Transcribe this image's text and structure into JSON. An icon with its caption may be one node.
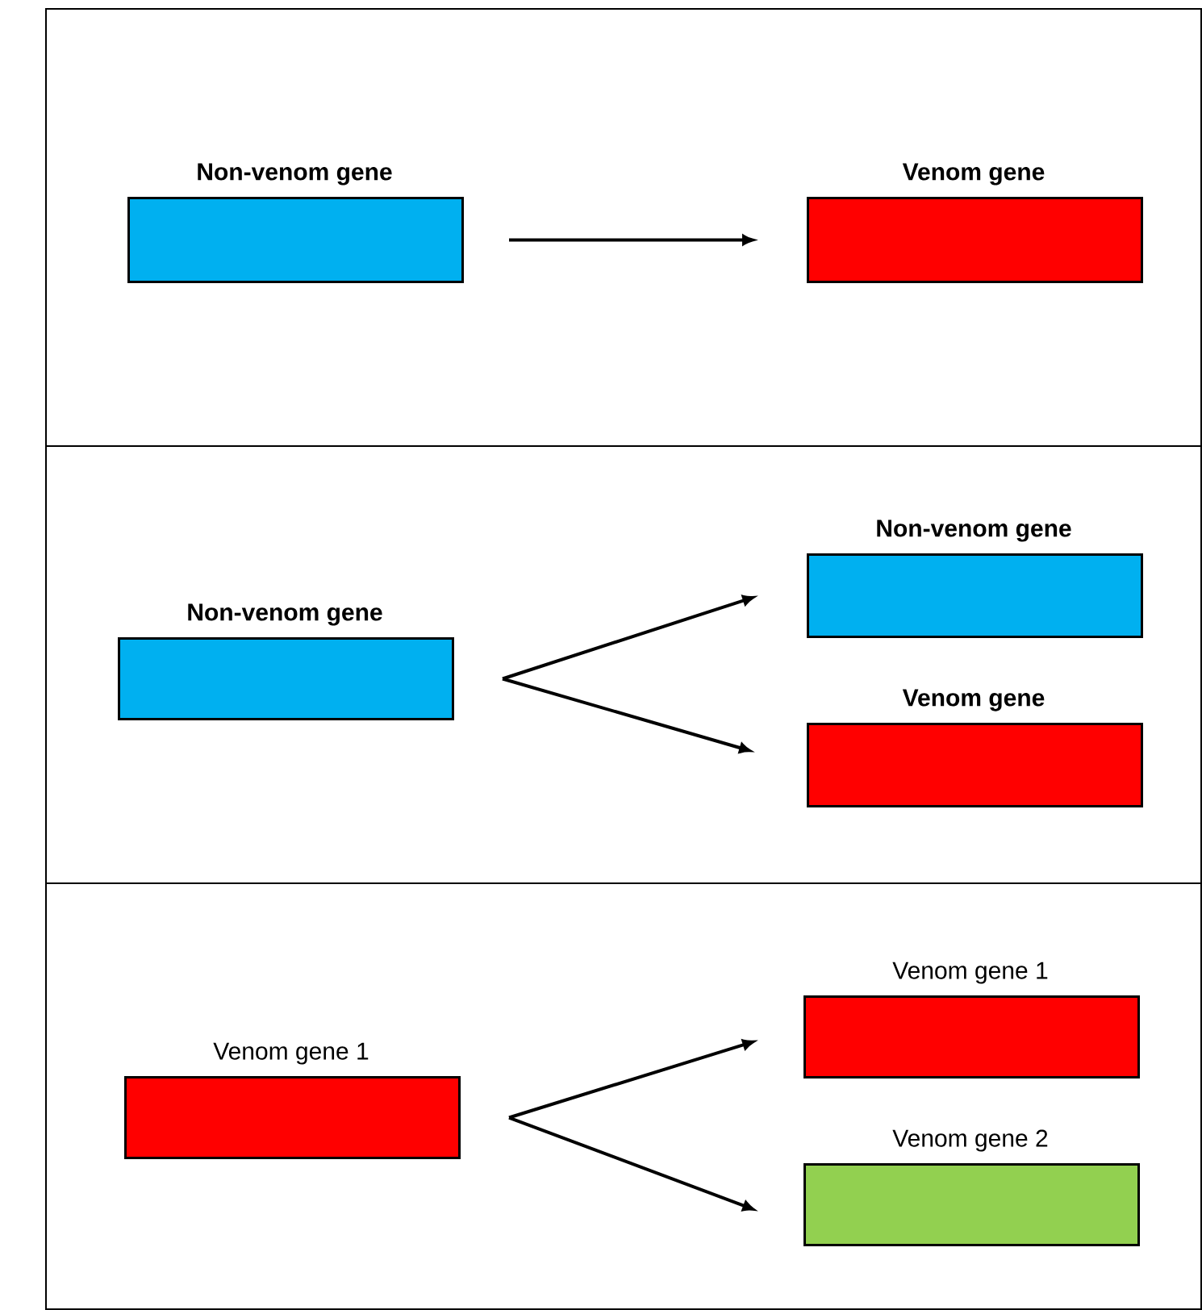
{
  "diagram": {
    "nodes": [
      {
        "text": [],
        "shape": "box"
      },
      {
        "text": [
          "Non-venom gene"
        ],
        "in": 0
      },
      {
        "text": [
          "Venom gene"
        ],
        "in": 0
      },
      {
        "text": [],
        "shape": "box"
      },
      {
        "text": [
          "Non-venom gene"
        ],
        "in": 3
      },
      {
        "text": [
          "Non-venom gene"
        ],
        "in": 3
      },
      {
        "text": [
          "Venom gene"
        ],
        "in": 3
      },
      {
        "text": [],
        "shape": "box"
      },
      {
        "text": [
          "Venom gene 1"
        ],
        "in": 7
      },
      {
        "text": [
          "Venom gene 1"
        ],
        "in": 7
      },
      {
        "text": [
          "Venom gene 2"
        ],
        "in": 7
      }
    ],
    "edges": [
      {
        "from": 1,
        "to": 2,
        "arrow": "to"
      },
      {
        "from": 4,
        "to": 5,
        "arrow": "to"
      },
      {
        "from": 4,
        "to": 6,
        "arrow": "to"
      },
      {
        "from": 8,
        "to": 9,
        "arrow": "to"
      },
      {
        "from": 8,
        "to": 10,
        "arrow": "to"
      }
    ]
  }
}
